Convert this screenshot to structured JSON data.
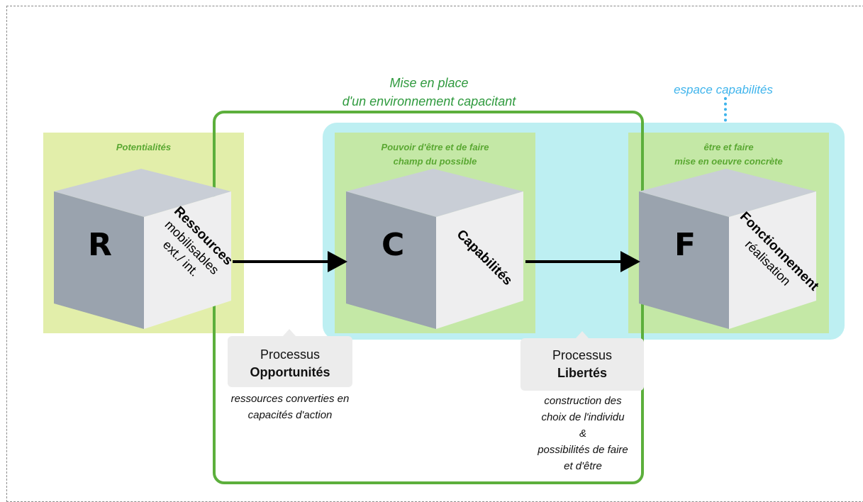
{
  "environment": {
    "title_line1": "Mise en place",
    "title_line2": "d'un environnement capacitant"
  },
  "capability_space": {
    "title": "espace capabilités"
  },
  "blocks": [
    {
      "label_line1": "Potentialités",
      "label_line2": "",
      "letter": "R",
      "face_title": "Ressources",
      "face_line1": "mobilisables",
      "face_line2": "ext./ int."
    },
    {
      "label_line1": "Pouvoir d'être et de faire",
      "label_line2": "champ du possible",
      "letter": "C",
      "face_title": "Capabilités",
      "face_line1": "",
      "face_line2": ""
    },
    {
      "label_line1": "être et faire",
      "label_line2": "mise en oeuvre concrète",
      "letter": "F",
      "face_title": "Fonctionnement",
      "face_line1": "réalisation",
      "face_line2": ""
    }
  ],
  "processes": [
    {
      "line1": "Processus",
      "line2": "Opportunités",
      "notes": [
        "ressources converties en",
        "capacités d'action"
      ]
    },
    {
      "line1": "Processus",
      "line2": "Libertés",
      "notes": [
        "construction des",
        "choix de l'individu",
        "&",
        "possibilités de faire",
        "et d'être"
      ]
    }
  ],
  "colors": {
    "potential_bg": "#e2eeaa",
    "capability_bg": "#bdeff2",
    "block_green": "#c4e8a6",
    "environment_border": "#5caf3c",
    "cube_top": "#c9ced6",
    "cube_left": "#9aa3ae",
    "cube_right": "#eeeeef",
    "arrow": "#000000"
  }
}
